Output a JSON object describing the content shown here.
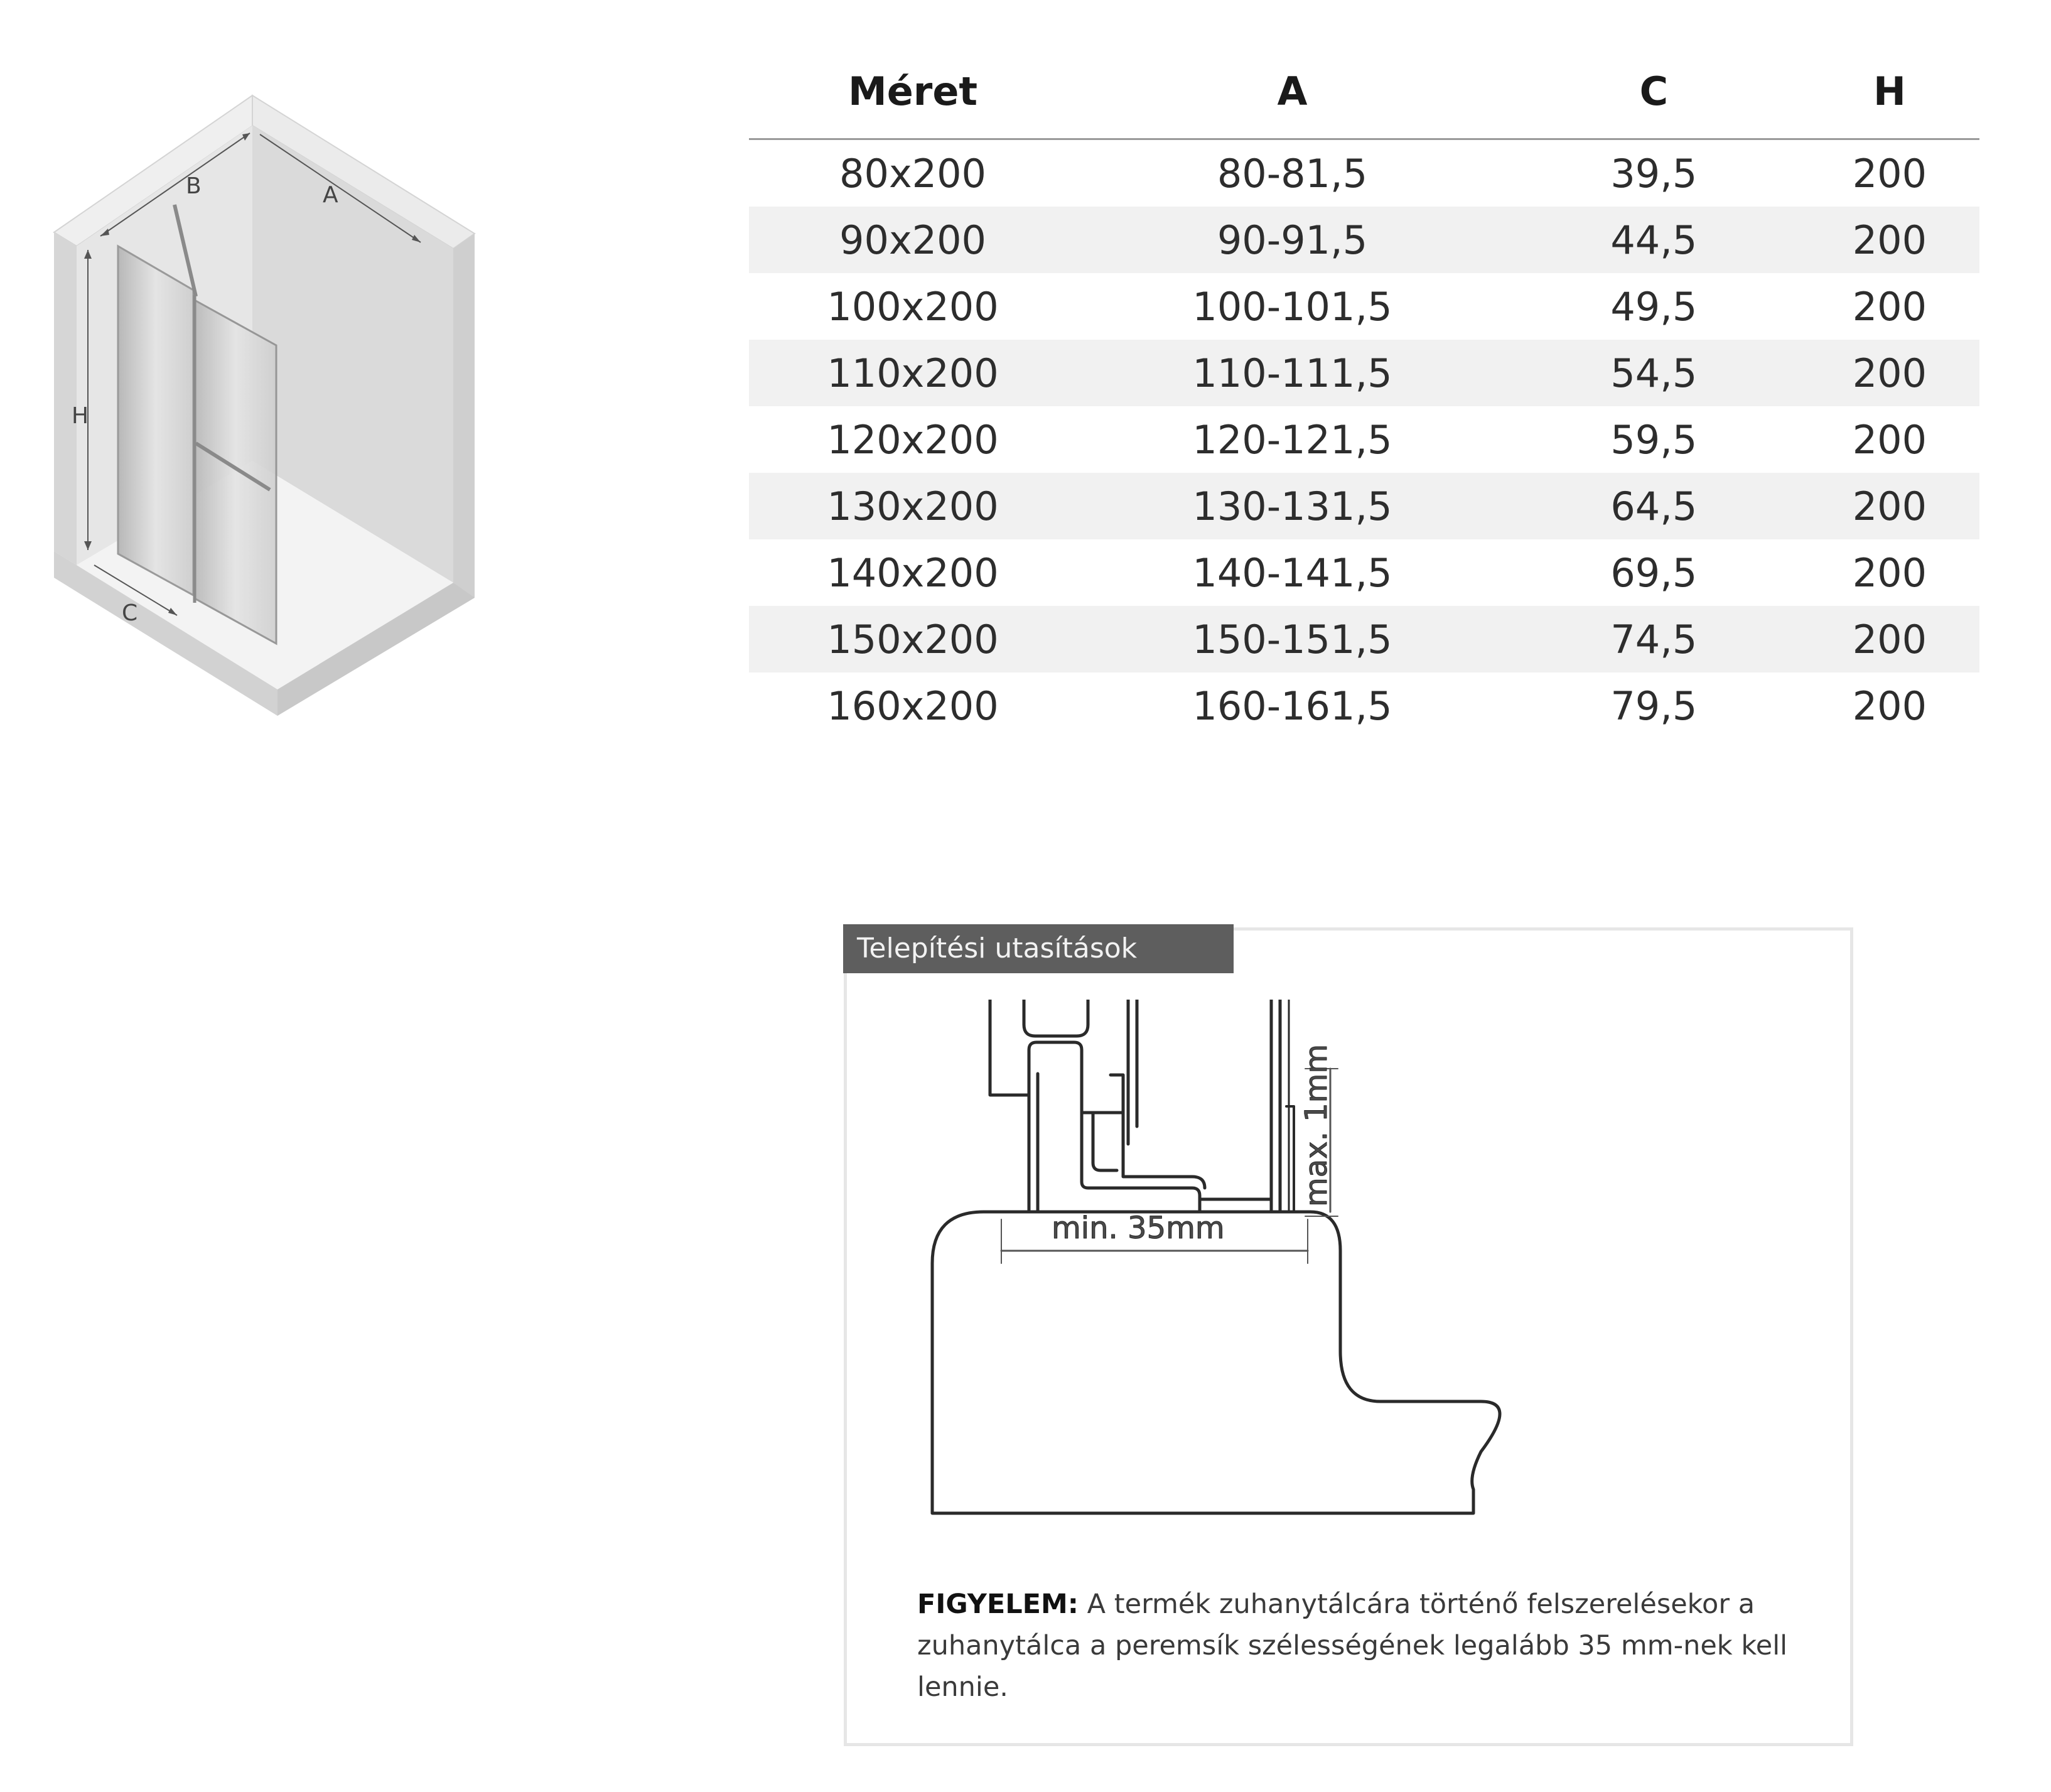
{
  "iso_diagram": {
    "labels": {
      "a": "A",
      "b": "B",
      "c": "C",
      "h": "H"
    }
  },
  "size_table": {
    "headers": [
      "Méret",
      "A",
      "C",
      "H"
    ],
    "rows": [
      [
        "80x200",
        "80-81,5",
        "39,5",
        "200"
      ],
      [
        "90x200",
        "90-91,5",
        "44,5",
        "200"
      ],
      [
        "100x200",
        "100-101,5",
        "49,5",
        "200"
      ],
      [
        "110x200",
        "110-111,5",
        "54,5",
        "200"
      ],
      [
        "120x200",
        "120-121,5",
        "59,5",
        "200"
      ],
      [
        "130x200",
        "130-131,5",
        "64,5",
        "200"
      ],
      [
        "140x200",
        "140-141,5",
        "69,5",
        "200"
      ],
      [
        "150x200",
        "150-151,5",
        "74,5",
        "200"
      ],
      [
        "160x200",
        "160-161,5",
        "79,5",
        "200"
      ]
    ]
  },
  "installation": {
    "title": "Telepítési utasítások",
    "dim_max": "max. 1mm",
    "dim_min": "min. 35mm",
    "note_strong": "FIGYELEM:",
    "note_text": " A termék zuhanytálcára történő felszerelésekor a zuhanytálca a peremsík szélességének legalább 35 mm-nek kell lennie."
  },
  "colors": {
    "wall_face": "#dcdcdc",
    "wall_top": "#efefef",
    "floor": "#f3f3f3",
    "glass": "#c9c9c9",
    "title_bar": "#5e5e5e",
    "table_stripe": "#f1f1f1"
  }
}
